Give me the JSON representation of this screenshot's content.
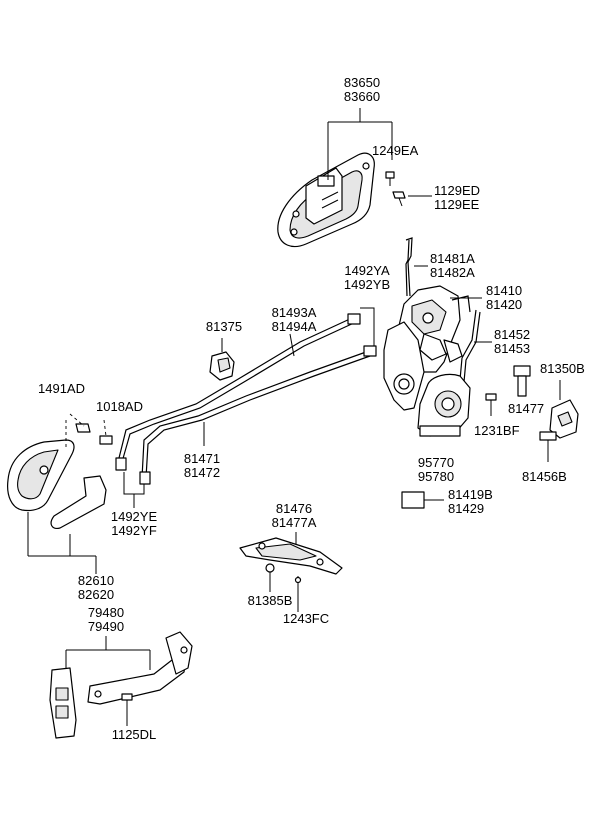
{
  "labels": {
    "l83650": "83650",
    "l83660": "83660",
    "l1249EA": "1249EA",
    "l1129ED": "1129ED",
    "l1129EE": "1129EE",
    "l81481A": "81481A",
    "l81482A": "81482A",
    "l1492YA": "1492YA",
    "l1492YB": "1492YB",
    "l81410": "81410",
    "l81420": "81420",
    "l81493A": "81493A",
    "l81494A": "81494A",
    "l81375": "81375",
    "l81452": "81452",
    "l81453": "81453",
    "l81350B": "81350B",
    "l1491AD": "1491AD",
    "l1018AD": "1018AD",
    "l81477": "81477",
    "l1231BF": "1231BF",
    "l81471": "81471",
    "l81472": "81472",
    "l95770": "95770",
    "l95780": "95780",
    "l81456B": "81456B",
    "l81419B": "81419B",
    "l81429": "81429",
    "l1492YE": "1492YE",
    "l1492YF": "1492YF",
    "l81476": "81476",
    "l81477A": "81477A",
    "l82610": "82610",
    "l82620": "82620",
    "l81385B": "81385B",
    "l1243FC": "1243FC",
    "l79480": "79480",
    "l79490": "79490",
    "l1125DL": "1125DL"
  }
}
